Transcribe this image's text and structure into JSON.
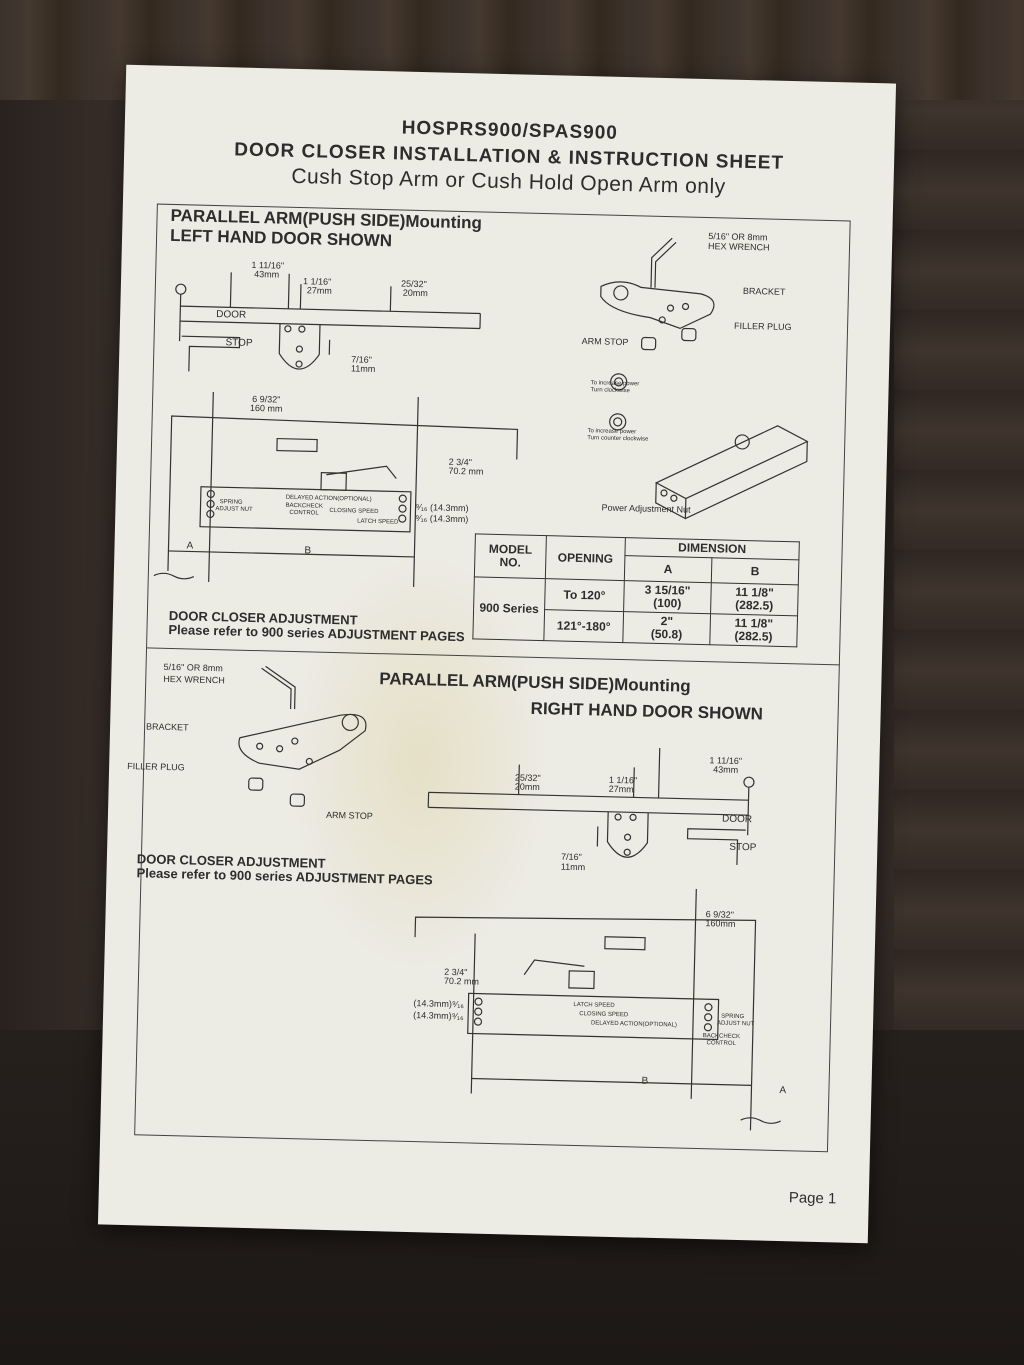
{
  "sheet": {
    "title_line1": "HOSPRS900/SPAS900",
    "title_line2": "DOOR CLOSER INSTALLATION & INSTRUCTION SHEET",
    "title_line3": "Cush Stop Arm or Cush Hold Open Arm only",
    "page": "Page 1"
  },
  "left_hand": {
    "heading_line1": "PARALLEL ARM(PUSH SIDE)Mounting",
    "heading_line2": "LEFT HAND DOOR SHOWN",
    "dim_43": "1 11/16\"",
    "dim_43mm": "43mm",
    "dim_27": "1 1/16\"",
    "dim_27mm": "27mm",
    "dim_20": "25/32\"",
    "dim_20mm": "20mm",
    "door": "DOOR",
    "stop": "STOP",
    "dim_11": "7/16\"",
    "dim_11mm": "11mm",
    "dim_160": "6 9/32\"",
    "dim_160mm": "160 mm",
    "dim_70": "2 3/4\"",
    "dim_70mm": "70.2 mm",
    "dim_143a": "⁹⁄₁₆ (14.3mm)",
    "dim_143b": "⁹⁄₁₆ (14.3mm)",
    "spring": "SPRING",
    "adjust_nut": "ADJUST NUT",
    "delayed": "DELAYED ACTION(OPTIONAL)",
    "backcheck": "BACKCHECK",
    "control": "CONTROL",
    "closing": "CLOSING SPEED",
    "latch": "LATCH SPEED",
    "a": "A",
    "b": "B",
    "adjustment_line1": "DOOR CLOSER ADJUSTMENT",
    "adjustment_line2": "Please refer to 900 series ADJUSTMENT PAGES"
  },
  "hardware": {
    "hex_wrench_line1": "5/16\" OR 8mm",
    "hex_wrench_line2": "HEX WRENCH",
    "bracket": "BRACKET",
    "filler_plug": "FILLER PLUG",
    "arm_stop": "ARM STOP",
    "increase_cw_line1": "To increase power",
    "increase_cw_line2": "Turn clockwise",
    "increase_ccw_line1": "To increase power",
    "increase_ccw_line2": "Turn counter clockwise",
    "power_nut": "Power Adjustment Nut"
  },
  "dimension_table": {
    "model_header": "MODEL\nNO.",
    "opening_header": "OPENING",
    "dimension_header": "DIMENSION",
    "col_a": "A",
    "col_b": "B",
    "model": "900 Series",
    "rows": [
      {
        "opening": "To 120°",
        "a": "3 15/16\"",
        "a_mm": "(100)",
        "b": "11 1/8\"",
        "b_mm": "(282.5)"
      },
      {
        "opening": "121°-180°",
        "a": "2\"",
        "a_mm": "(50.8)",
        "b": "11 1/8\"",
        "b_mm": "(282.5)"
      }
    ]
  },
  "right_hand": {
    "hex_wrench_line1": "5/16\" OR 8mm",
    "hex_wrench_line2": "HEX WRENCH",
    "heading_line1": "PARALLEL ARM(PUSH SIDE)Mounting",
    "heading_line2": "RIGHT HAND DOOR SHOWN",
    "bracket": "BRACKET",
    "filler_plug": "FILLER PLUG",
    "arm_stop": "ARM STOP",
    "dim_43": "1 11/16\"",
    "dim_43mm": "43mm",
    "dim_20": "25/32\"",
    "dim_20mm": "20mm",
    "dim_27": "1 1/16\"",
    "dim_27mm": "27mm",
    "door": "DOOR",
    "stop": "STOP",
    "dim_11": "7/16\"",
    "dim_11mm": "11mm",
    "adjustment_line1": "DOOR CLOSER ADJUSTMENT",
    "adjustment_line2": "Please refer to 900 series ADJUSTMENT PAGES",
    "dim_160": "6 9/32\"",
    "dim_160mm": "160mm",
    "dim_70": "2 3/4\"",
    "dim_70mm": "70.2 mm",
    "dim_143a": "(14.3mm)⁹⁄₁₆",
    "dim_143b": "(14.3mm)⁹⁄₁₆",
    "latch": "LATCH SPEED",
    "closing": "CLOSING SPEED",
    "delayed": "DELAYED ACTION(OPTIONAL)",
    "spring": "SPRING",
    "adjust_nut": "ADJUST NUT",
    "backcheck": "BACKCHECK",
    "control": "CONTROL",
    "a": "A",
    "b": "B"
  }
}
